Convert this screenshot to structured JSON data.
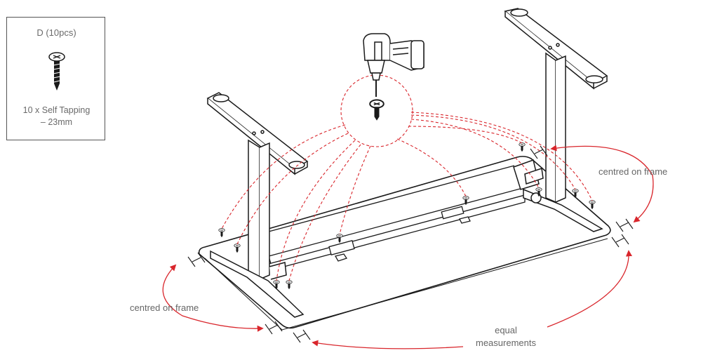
{
  "parts_box": {
    "title": "D (10pcs)",
    "description_line1": "10 x Self Tapping",
    "description_line2": "– 23mm"
  },
  "annotations": {
    "right_label": "centred on frame",
    "left_label": "centred on frame",
    "bottom_label_line1": "equal",
    "bottom_label_line2": "measurements"
  },
  "colors": {
    "line": "#1a1a1a",
    "accent": "#d9262c",
    "text": "#666666"
  },
  "icons": [
    "drill-icon",
    "screw-icon"
  ]
}
